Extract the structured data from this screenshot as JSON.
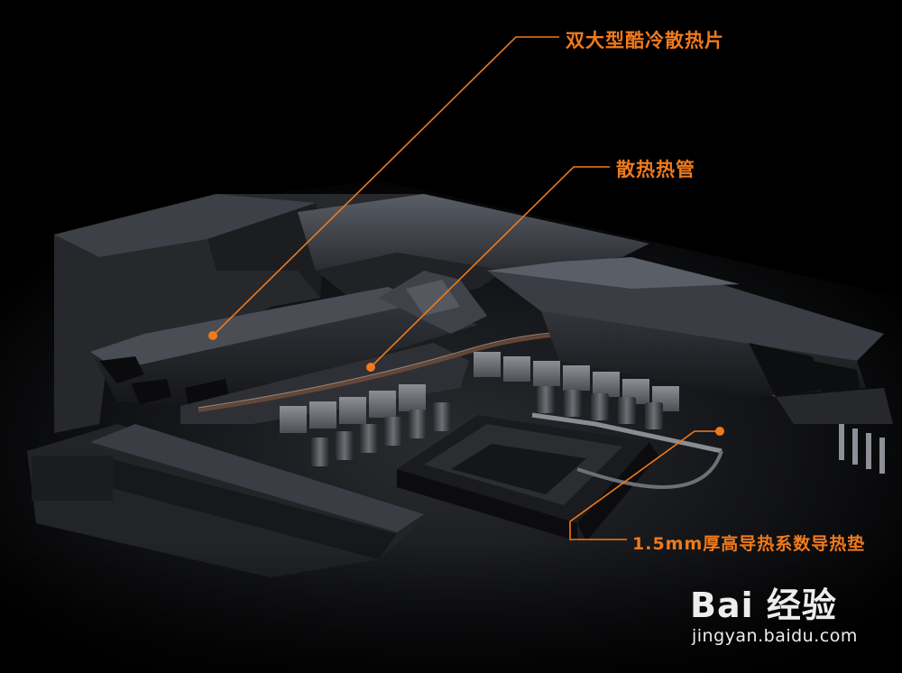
{
  "callouts": [
    {
      "label": "双大型酷冷散热片"
    },
    {
      "label": "散热热管"
    },
    {
      "label": "1.5mm厚高导热系数导热垫"
    }
  ],
  "watermark": {
    "logo": "Bai 经验",
    "url": "jingyan.baidu.com"
  },
  "colors": {
    "accent": "#ef7a1c",
    "background": "#000000"
  }
}
